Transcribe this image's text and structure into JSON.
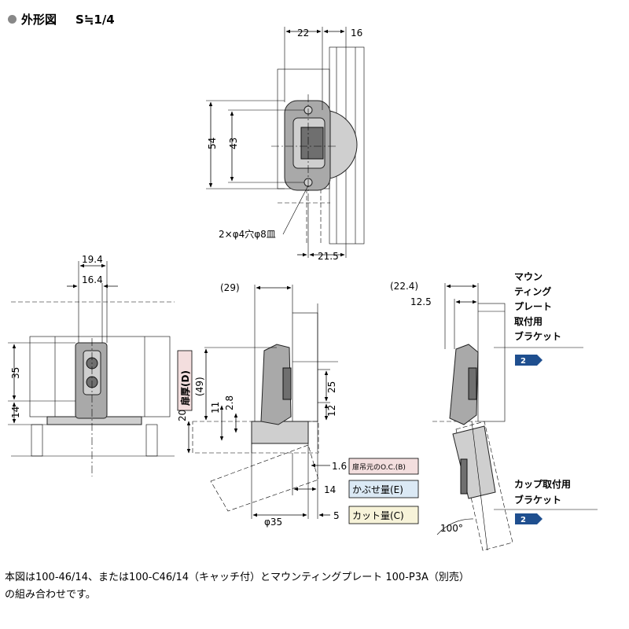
{
  "title": {
    "label": "外形図",
    "scale": "S≒1/4"
  },
  "top_view": {
    "dim_22": "22",
    "dim_16": "16",
    "dim_54": "54",
    "dim_43": "43",
    "dim_21_5": "21.5",
    "hole_callout": "2×φ4穴φ8皿"
  },
  "front_view": {
    "dim_19_4": "19.4",
    "dim_16_4": "16.4",
    "dim_35": "35",
    "dim_14": "14"
  },
  "side_view": {
    "dim_29": "(29)",
    "dim_49": "(49)",
    "door_thickness": "扉厚(D)",
    "dim_20": "20",
    "dim_11": "11",
    "dim_2_8": "2.8",
    "dim_25": "25",
    "dim_12": "12",
    "dim_1_6": "1.6",
    "dim_14": "14",
    "dim_35": "φ35",
    "dim_5": "5",
    "tag_oc": "扉吊元のO.C.(B)",
    "tag_overlay": "かぶせ量(E)",
    "tag_cut": "カット量(C)"
  },
  "open_view": {
    "dim_22_4": "(22.4)",
    "dim_12_5": "12.5",
    "angle": "100°",
    "mounting_label": [
      "マウン",
      "ティング",
      "プレート",
      "取付用",
      "ブラケット"
    ],
    "cup_label": [
      "カップ取付用",
      "ブラケット"
    ],
    "badge_1": "2",
    "badge_2": "2"
  },
  "footer": {
    "line1": "本図は100-46/14、または100-C46/14（キャッチ付）とマウンティングプレート 100-P3A（別売）",
    "line2": "の組み合わせです。"
  },
  "colors": {
    "part_fill": "#a9a9a9",
    "tag_pink": "#f3dede",
    "tag_blue": "#dbe9f5",
    "tag_yellow": "#f7f3d9",
    "badge": "#1f4f8f"
  }
}
